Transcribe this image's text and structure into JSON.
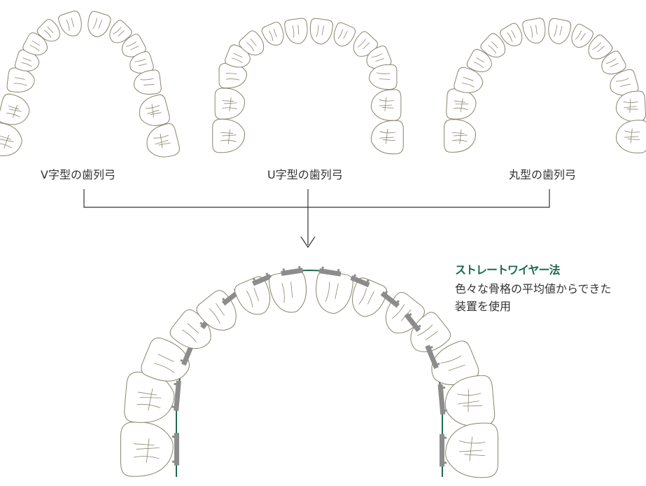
{
  "arches": [
    {
      "label": "V字型の歯列弓",
      "shape": "V"
    },
    {
      "label": "U字型の歯列弓",
      "shape": "U"
    },
    {
      "label": "丸型の歯列弓",
      "shape": "round"
    }
  ],
  "method": {
    "title": "ストレートワイヤー法",
    "desc_line1": "色々な骨格の平均値からできた",
    "desc_line2": "装置を使用"
  },
  "colors": {
    "wire": "#1d6b4f",
    "bracket": "#8c8c8c",
    "tooth_outline": "#8a8470",
    "line": "#333333"
  }
}
